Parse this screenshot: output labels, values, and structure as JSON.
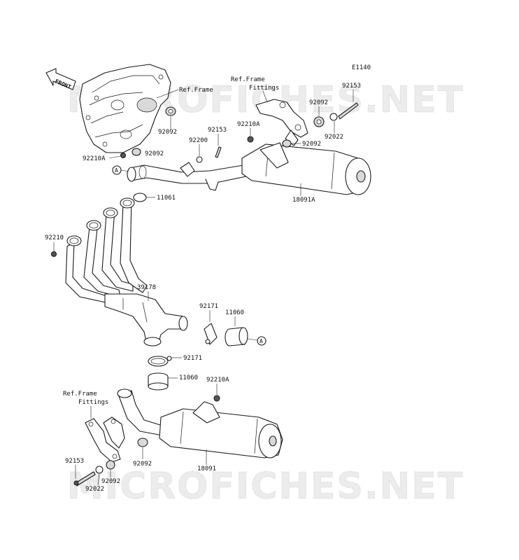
{
  "diagram_id": "E1140",
  "watermark": "MICROFICHES.NET",
  "front_label": "FRONT",
  "refs": {
    "ref_frame": "Ref.Frame",
    "ref_frame_fittings_top_l1": "Ref.Frame",
    "ref_frame_fittings_top_l2": "Fittings",
    "ref_frame_fittings_bottom_l1": "Ref.Frame",
    "ref_frame_fittings_bottom_l2": "Fittings"
  },
  "callout_a": "A",
  "parts": {
    "p92153_top_right": "92153",
    "p92092_top_right": "92092",
    "p92022_top_right": "92022",
    "p92092_bracket_top": "92092",
    "p92210A_top": "92210A",
    "p92153_top_mid": "92153",
    "p92200": "92200",
    "p92092_frame_1": "92092",
    "p92092_frame_2": "92092",
    "p92210A_frame": "92210A",
    "p18091A": "18091A",
    "p11061": "11061",
    "p92210": "92210",
    "p39178": "39178",
    "p92171_a": "92171",
    "p11060_a": "11060",
    "p92171_b": "92171",
    "p11060_b": "11060",
    "p92210A_bottom": "92210A",
    "p92092_bottom_mid": "92092",
    "p92153_bottom": "92153",
    "p92092_bottom_left": "92092",
    "p92022_bottom": "92022",
    "p18091": "18091"
  }
}
